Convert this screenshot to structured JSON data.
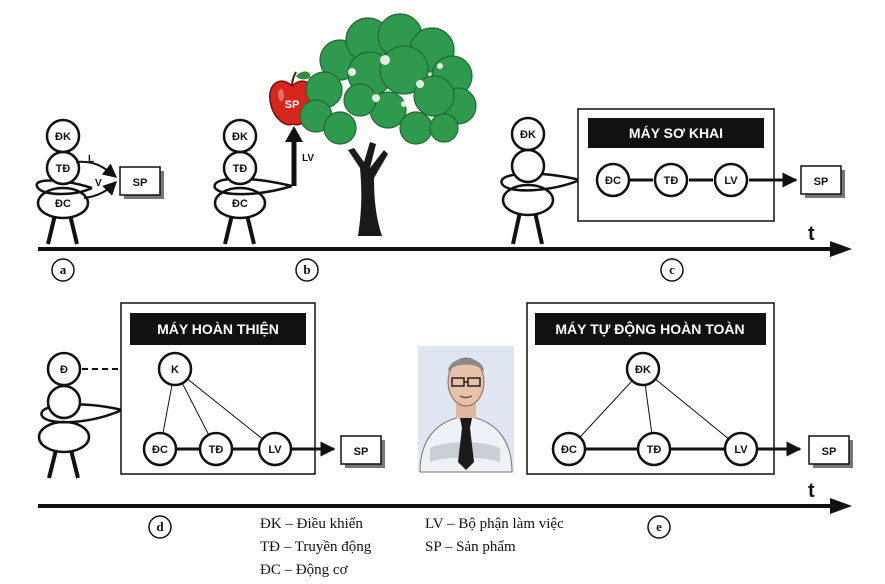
{
  "time_axis": {
    "label": "t"
  },
  "panels": {
    "a": {
      "label": "a",
      "head": "ĐK",
      "chest": "TĐ",
      "belly": "ĐC",
      "arrow_upper": "L",
      "arrow_lower": "V",
      "product": "SP"
    },
    "b": {
      "label": "b",
      "head": "ĐK",
      "chest": "TĐ",
      "belly": "ĐC",
      "arrow_label": "LV",
      "apple": "SP"
    },
    "c": {
      "label": "c",
      "head": "ĐK",
      "title": "MÁY SƠ KHAI",
      "nodes": [
        "ĐC",
        "TĐ",
        "LV"
      ],
      "product": "SP"
    },
    "d": {
      "label": "d",
      "head": "Đ",
      "title": "MÁY HOÀN THIỆN",
      "top_node": "K",
      "nodes": [
        "ĐC",
        "TĐ",
        "LV"
      ],
      "product": "SP"
    },
    "e": {
      "label": "e",
      "title": "MÁY TỰ ĐỘNG HOÀN TOÀN",
      "top_node": "ĐK",
      "nodes": [
        "ĐC",
        "TĐ",
        "LV"
      ],
      "product": "SP"
    }
  },
  "legend": {
    "dk": "ĐK – Điều khiển",
    "td": "TĐ – Truyền động",
    "dc": "ĐC – Động cơ",
    "lv": "LV – Bộ phận làm việc",
    "sp": "SP – Sản phẩm"
  }
}
